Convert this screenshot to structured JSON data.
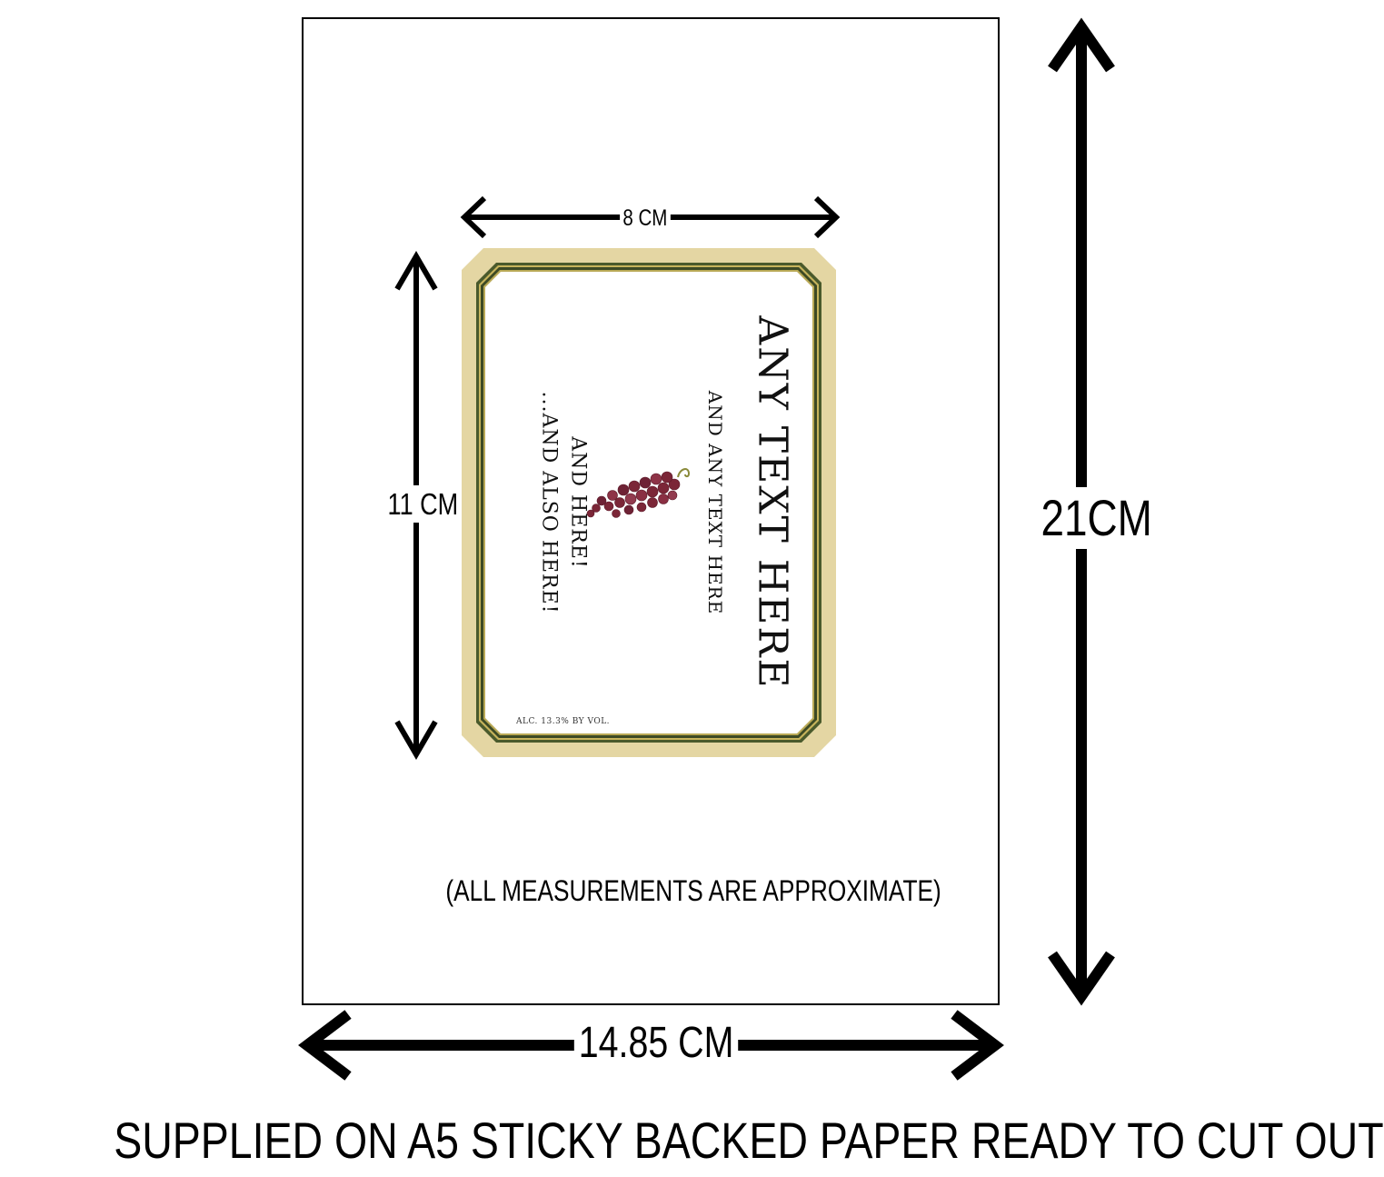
{
  "label": {
    "title": "ANY TEXT HERE",
    "subtitle": "AND ANY TEXT HERE",
    "line_one": "AND HERE!",
    "line_two": "...AND ALSO HERE!",
    "abv": "ALC. 13.3% BY VOL.",
    "grape_icon": "grape-bunch-icon",
    "colors": {
      "outer_border": "#e4d6a3",
      "inner_rule": "#4a5a2c",
      "grapes": "#7b2637"
    }
  },
  "dimensions": {
    "label_width": "8 CM",
    "label_height": "11 CM",
    "sheet_height": "21CM",
    "sheet_width": "14.85 CM"
  },
  "note": "(ALL MEASUREMENTS ARE APPROXIMATE)",
  "caption": "SUPPLIED ON A5 STICKY BACKED PAPER READY TO CUT OUT"
}
